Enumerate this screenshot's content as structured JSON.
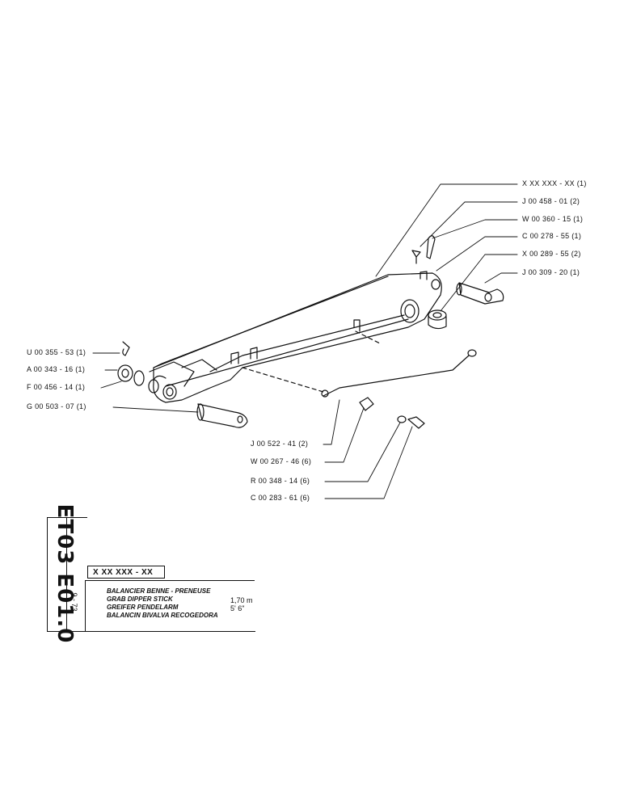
{
  "parts_right": [
    {
      "code": "X XX XXX - XX (1)"
    },
    {
      "code": "J 00 458 - 01 (2)"
    },
    {
      "code": "W 00 360 - 15 (1)"
    },
    {
      "code": "C 00 278 - 55 (1)"
    },
    {
      "code": "X 00 289 - 55 (2)"
    },
    {
      "code": "J 00 309 - 20 (1)"
    }
  ],
  "parts_left": [
    {
      "code": "U 00 355 - 53 (1)"
    },
    {
      "code": "A 00 343 - 16 (1)"
    },
    {
      "code": "F 00 456 - 14 (1)"
    },
    {
      "code": "G 00 503 - 07 (1)"
    }
  ],
  "parts_bottom": [
    {
      "code": "J 00 522 - 41 (2)"
    },
    {
      "code": "W 00 267 - 46 (6)"
    },
    {
      "code": "R 00 348 - 14 (6)"
    },
    {
      "code": "C 00 283 - 61 (6)"
    }
  ],
  "title_block": {
    "ref_code": "ET03 E01.0",
    "date_code": "9 - 73",
    "assembly_code": "X XX XXX - XX",
    "lines": [
      "BALANCIER BENNE - PRENEUSE",
      "GRAB DIPPER STICK",
      "GREIFER PENDELARM",
      "BALANCIN BIVALVA RECOGEDORA"
    ],
    "dim_metric": "1,70 m",
    "dim_imperial": "5' 6\""
  }
}
